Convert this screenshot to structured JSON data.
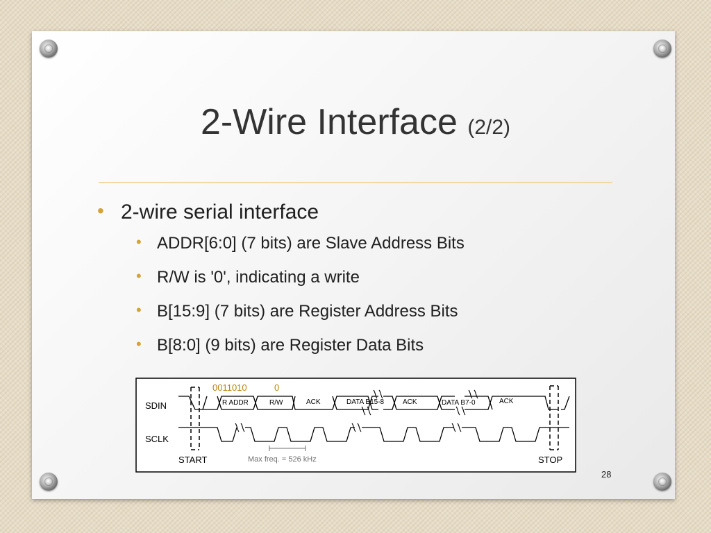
{
  "slide": {
    "title": "2-Wire Interface",
    "title_suffix": "(2/2)",
    "page_number": "28",
    "accent_color": "#d5a236",
    "rule_color": "#f2d9a4"
  },
  "bullets": [
    {
      "level": 1,
      "text": "2-wire serial interface"
    },
    {
      "level": 2,
      "text": "ADDR[6:0] (7 bits) are Slave Address Bits"
    },
    {
      "level": 2,
      "text": "R/W is '0', indicating a write"
    },
    {
      "level": 2,
      "text": "B[15:9] (7 bits) are Register Address Bits"
    },
    {
      "level": 2,
      "text": "B[8:0] (9 bits) are Register Data Bits"
    }
  ],
  "diagram": {
    "addr_value": "0011010",
    "rw_value": "0",
    "sdin_label": "SDIN",
    "sclk_label": "SCLK",
    "start_label": "START",
    "stop_label": "STOP",
    "freq_note": "Max freq. = 526 kHz",
    "fields": {
      "raddr": "R ADDR",
      "rw": "R/W",
      "ack1": "ACK",
      "data1": "DATA B15-8",
      "ack2": "ACK",
      "data2": "DATA B7-0",
      "ack3": "ACK"
    }
  }
}
